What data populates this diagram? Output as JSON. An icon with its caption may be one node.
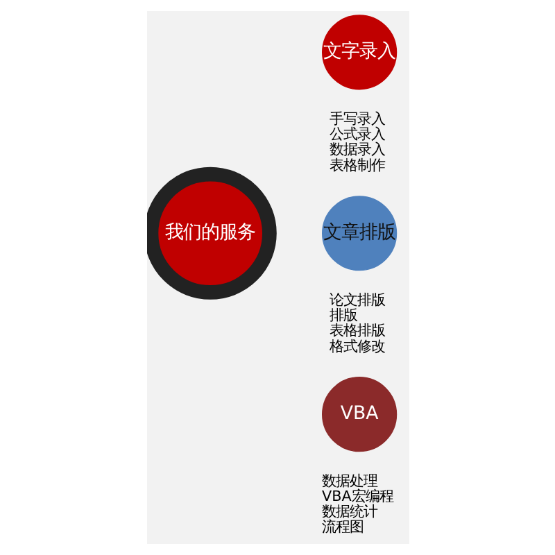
{
  "diagram": {
    "nodes": [
      {
        "text": [
          "我们的服务"
        ]
      },
      {
        "text": [
          "文字录入"
        ],
        "beside": [
          "手写录入",
          "公式录入",
          "数据录入",
          "表格制作"
        ]
      },
      {
        "text": [
          "文章排版"
        ],
        "beside": [
          "论文排版",
          "排版",
          "表格排版",
          "格式修改"
        ]
      },
      {
        "text": [
          "VBA"
        ],
        "beside": [
          "数据处理",
          "VBA宏编程",
          "数据统计",
          "流程图"
        ]
      }
    ]
  }
}
